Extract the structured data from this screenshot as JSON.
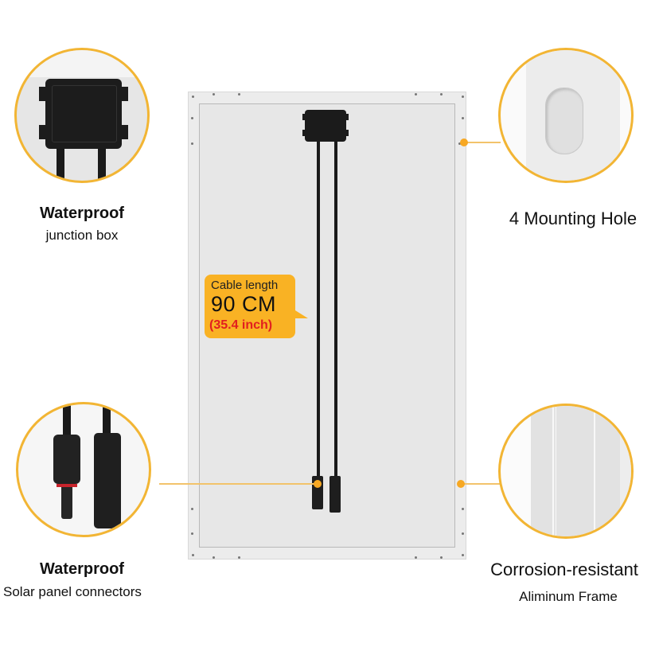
{
  "callouts": {
    "junction_box": {
      "title": "Waterproof",
      "subtitle": "junction box",
      "icon": "junction-box-icon"
    },
    "mounting_hole": {
      "title": "4 Mounting Hole",
      "icon": "mounting-hole-icon"
    },
    "connectors": {
      "title": "Waterproof",
      "subtitle": "Solar panel connectors",
      "icon": "mc4-connector-icon"
    },
    "frame": {
      "title": "Corrosion-resistant",
      "subtitle": "Aliminum Frame",
      "icon": "aluminum-frame-icon"
    }
  },
  "cable_badge": {
    "label": "Cable length",
    "value": "90 CM",
    "value_inch": "(35.4 inch)"
  },
  "colors": {
    "accent": "#f2b534",
    "badge_bg": "#f9b224",
    "inch_text": "#e21f1f"
  }
}
